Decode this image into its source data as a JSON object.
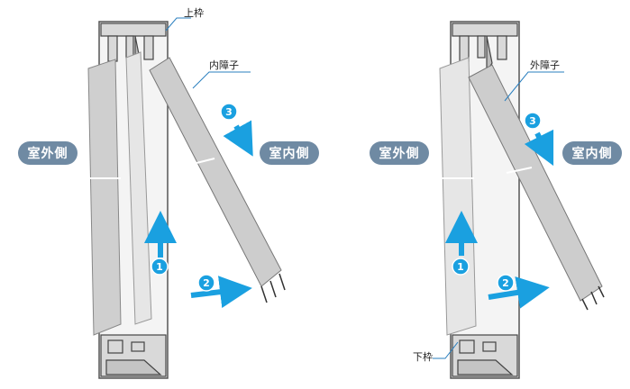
{
  "colors": {
    "frame": "#c8c8c8",
    "frame_stroke": "#555555",
    "panel": "#cfcfcf",
    "panel_light": "#ececec",
    "arrow": "#1aa0e0",
    "badge": "#1aa0e0",
    "pill": "#6f8aa3"
  },
  "left_diagram": {
    "top_frame_label": "上枠",
    "inner_panel_label": "内障子",
    "exterior_label": "室外側",
    "interior_label": "室内側",
    "steps": [
      "1",
      "2",
      "3"
    ]
  },
  "right_diagram": {
    "bottom_frame_label": "下枠",
    "outer_panel_label": "外障子",
    "exterior_label": "室外側",
    "interior_label": "室内側",
    "steps": [
      "1",
      "2",
      "3"
    ]
  }
}
